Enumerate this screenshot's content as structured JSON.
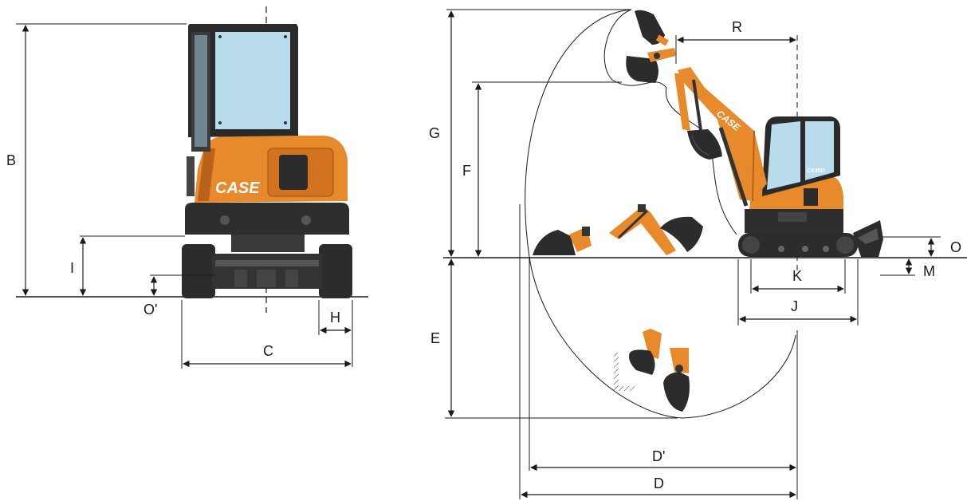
{
  "brand": "CASE",
  "model": "CX35D",
  "dimension_labels": {
    "A": "B",
    "I": "I",
    "Op": "O'",
    "H": "H",
    "C": "C",
    "G": "G",
    "F": "F",
    "E": "E",
    "R": "R",
    "K": "K",
    "J": "J",
    "O": "O",
    "M": "M",
    "Dp": "D'",
    "D": "D"
  },
  "colors": {
    "body_orange": "#E8892B",
    "body_orange_dark": "#B8621A",
    "track_black": "#2c2c2c",
    "glass": "#B8DCEB",
    "line": "#1a1a1a"
  }
}
